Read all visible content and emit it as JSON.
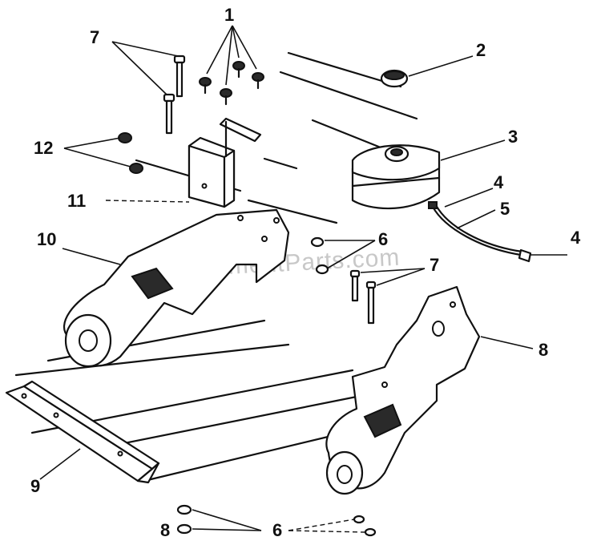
{
  "diagram": {
    "watermark": "eReplacementParts.com",
    "callouts": [
      {
        "id": "c1",
        "label": "1"
      },
      {
        "id": "c2",
        "label": "2"
      },
      {
        "id": "c3",
        "label": "3"
      },
      {
        "id": "c4a",
        "label": "4"
      },
      {
        "id": "c4b",
        "label": "4"
      },
      {
        "id": "c5",
        "label": "5"
      },
      {
        "id": "c6a",
        "label": "6"
      },
      {
        "id": "c6b",
        "label": "6"
      },
      {
        "id": "c7a",
        "label": "7"
      },
      {
        "id": "c7b",
        "label": "7"
      },
      {
        "id": "c8a",
        "label": "8"
      },
      {
        "id": "c8b",
        "label": "8"
      },
      {
        "id": "c9",
        "label": "9"
      },
      {
        "id": "c10",
        "label": "10"
      },
      {
        "id": "c11",
        "label": "11"
      },
      {
        "id": "c12",
        "label": "12"
      }
    ]
  }
}
